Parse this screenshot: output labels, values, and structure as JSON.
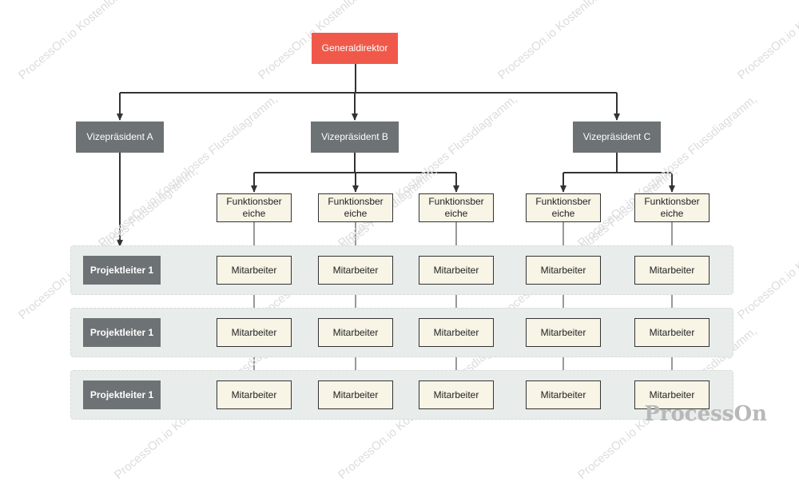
{
  "watermark": "ProcessOn.io Kostenloses Flussdiagramm,",
  "logo": "ProcessOn",
  "colors": {
    "director": "#f0594a",
    "vice": "#6d7274",
    "leader": "#6d7274",
    "box": "#f8f4e6",
    "line": "#333333",
    "band": "#e8ecea"
  },
  "director": "Generaldirektor",
  "vice_presidents": [
    "Vizepräsident A",
    "Vizepräsident B",
    "Vizepräsident C"
  ],
  "departments": [
    {
      "label": "Funktionsbereiche",
      "line1": "Funktionsber",
      "line2": "eiche",
      "parent": 1
    },
    {
      "label": "Funktionsbereiche",
      "line1": "Funktionsber",
      "line2": "eiche",
      "parent": 1
    },
    {
      "label": "Funktionsbereiche",
      "line1": "Funktionsber",
      "line2": "eiche",
      "parent": 1
    },
    {
      "label": "Funktionsbereiche",
      "line1": "Funktionsber",
      "line2": "eiche",
      "parent": 2
    },
    {
      "label": "Funktionsbereiche",
      "line1": "Funktionsber",
      "line2": "eiche",
      "parent": 2
    }
  ],
  "project_leaders": [
    "Projektleiter 1",
    "Projektleiter 1",
    "Projektleiter 1"
  ],
  "employee_label": "Mitarbeiter"
}
